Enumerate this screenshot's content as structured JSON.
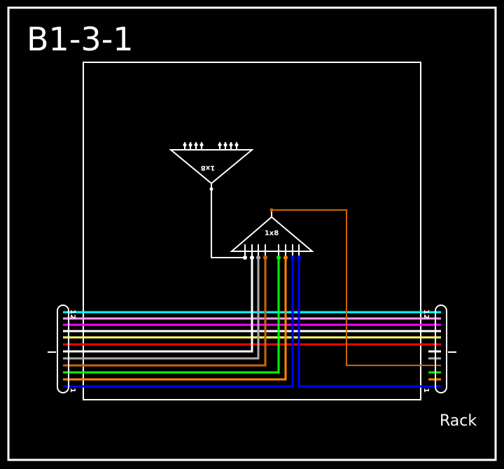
{
  "title": "B1-3-1",
  "rack_label": "Rack",
  "splitter_top": {
    "label": "1x8"
  },
  "splitter_bottom": {
    "label": "1x8"
  },
  "connector_left": {
    "top_num": "12",
    "bottom_num": "1"
  },
  "connector_right": {
    "top_num": "12",
    "bottom_num": "1"
  },
  "fiber_colors": [
    "#00ffff",
    "#ff99ff",
    "#ff00ff",
    "#ffffff",
    "#ffff66",
    "#ff0000",
    "#ffffff",
    "#aaaaaa",
    "#cc6600",
    "#00ff00",
    "#ff8800",
    "#0000ff"
  ]
}
